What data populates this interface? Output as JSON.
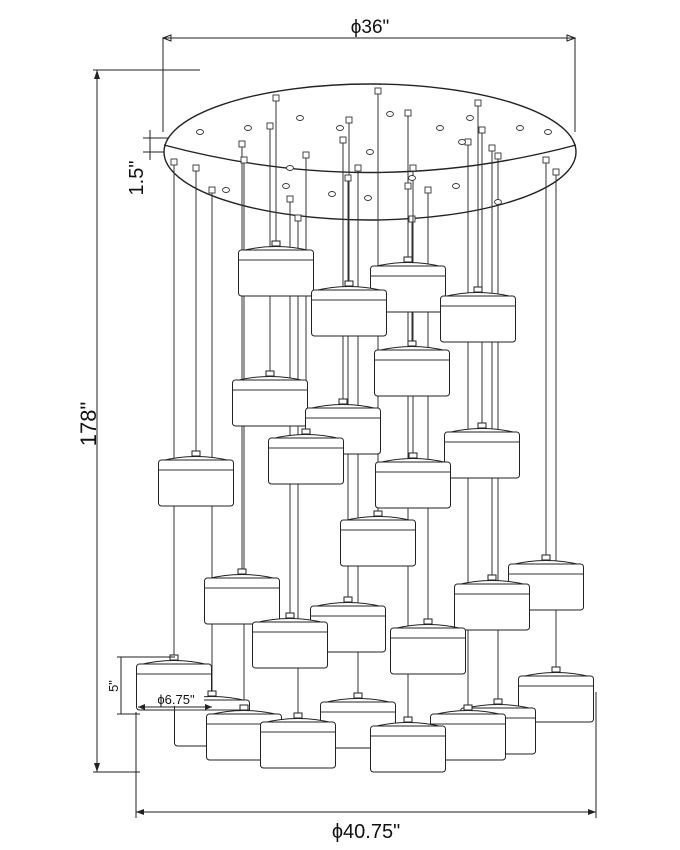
{
  "dimensions": {
    "canopy_diameter": "ϕ36\"",
    "canopy_height": "1.5\"",
    "overall_height": "178\"",
    "overall_diameter": "ϕ40.75\"",
    "shade_height": "5\"",
    "shade_diameter": "ϕ6.75\""
  },
  "colors": {
    "line": "#222222",
    "background": "#ffffff"
  }
}
